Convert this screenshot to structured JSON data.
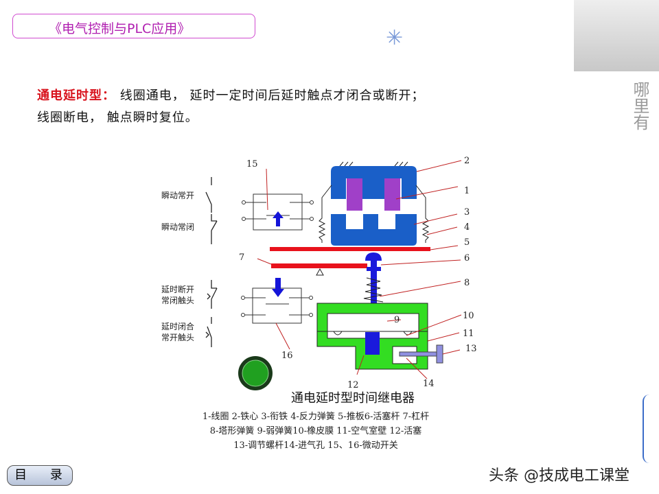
{
  "header": {
    "title": "《电气控制与PLC应用》"
  },
  "intro": {
    "label": "通电延时型：",
    "line1": "线圈通电， 延时一定时间后延时触点才闭合或断开；",
    "line2": "线圈断电， 触点瞬时复位。"
  },
  "side_text": "哪里有",
  "diagram": {
    "contact_labels": [
      "瞬动常开",
      "瞬动常闭",
      "延时断开",
      "常闭触头",
      "延时闭合",
      "常开触头"
    ],
    "numbers": [
      "1",
      "2",
      "3",
      "4",
      "5",
      "6",
      "7",
      "8",
      "9",
      "10",
      "11",
      "12",
      "13",
      "14",
      "15",
      "16"
    ],
    "caption": "通电延时型时间继电器",
    "legend": [
      "1-线圈 2-铁心 3-衔铁 4-反力弹簧 5-推板6-活塞杆 7-杠杆",
      "8-塔形弹簧 9-弱弹簧10-橡皮膜 11-空气室壁 12-活塞",
      "13-调节螺杆14-进气孔 15、16-微动开关"
    ],
    "colors": {
      "core": "#1a5fc8",
      "coil": "#a040c8",
      "plate": "#e8121c",
      "housing": "#33dd22",
      "rod": "#1a1adc"
    }
  },
  "footer": {
    "menu_label": "目 录",
    "watermark": "头条 @技成电工课堂"
  }
}
